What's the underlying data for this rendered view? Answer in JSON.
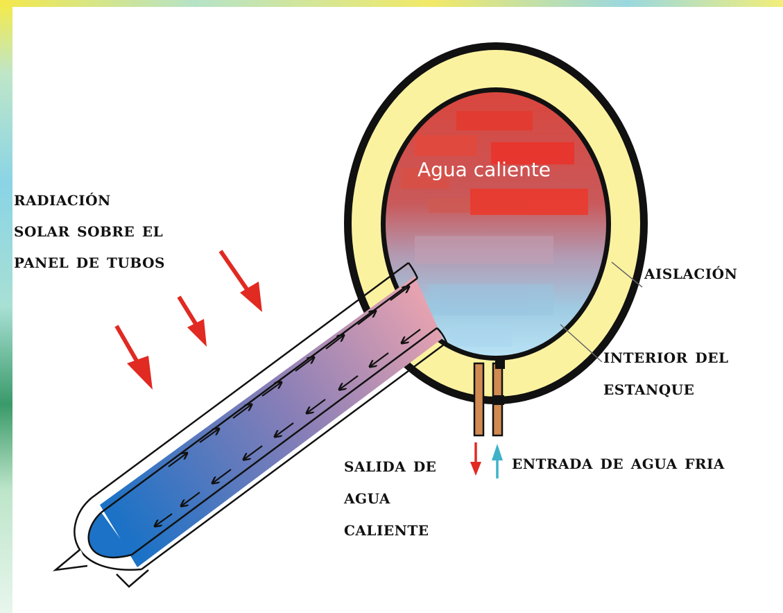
{
  "labels": {
    "hot_water": "Agua caliente",
    "radiation": [
      "Radiación",
      "solar sobre el",
      "panel de tubos"
    ],
    "insulation": "Aislación",
    "tank_interior": [
      "Interior del",
      "estanque"
    ],
    "hot_outlet": [
      "Salida de",
      "agua",
      "caliente"
    ],
    "cold_inlet": "Entrada de agua fria"
  },
  "colors": {
    "hot_water": "#e0382f",
    "cold_water": "#1c78c8",
    "insulation": "#fbf2a0",
    "radiation_arrows": "#e02a22",
    "cold_arrow": "#3fb2c8",
    "pipes": "#d08a52"
  }
}
